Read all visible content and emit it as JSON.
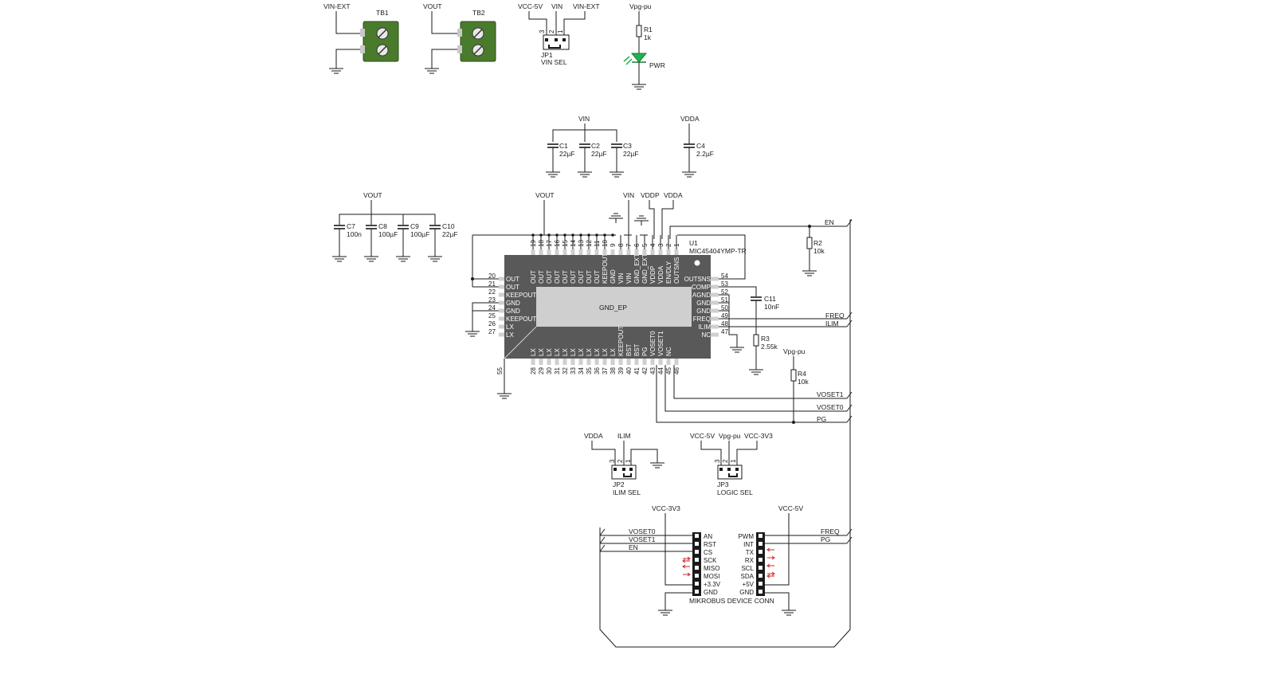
{
  "terminals": [
    {
      "ref": "TB1",
      "net": "VIN-EXT"
    },
    {
      "ref": "TB2",
      "net": "VOUT"
    }
  ],
  "jp1": {
    "ref": "JP1",
    "desc": "VIN SEL",
    "nets": [
      "VCC-5V",
      "VIN",
      "VIN-EXT"
    ],
    "pins": [
      "3",
      "2",
      "1"
    ]
  },
  "pwr": {
    "net": "Vpg-pu",
    "r_ref": "R1",
    "r_val": "1k",
    "led_label": "PWR"
  },
  "caps_top": [
    {
      "ref": "C1",
      "val": "22µF"
    },
    {
      "ref": "C2",
      "val": "22µF"
    },
    {
      "ref": "C3",
      "val": "22µF"
    },
    {
      "ref": "C4",
      "val": "2.2µF"
    }
  ],
  "caps_top_nets": {
    "vin": "VIN",
    "vdda": "VDDA"
  },
  "caps_left": [
    {
      "ref": "C7",
      "val": "100n"
    },
    {
      "ref": "C8",
      "val": "100µF"
    },
    {
      "ref": "C9",
      "val": "100µF"
    },
    {
      "ref": "C10",
      "val": "22µF"
    }
  ],
  "caps_left_net": "VOUT",
  "u1": {
    "ref": "U1",
    "part": "MIC45404YMP-TR",
    "center": "GND_EP",
    "top_pins": [
      {
        "num": "19",
        "name": "OUT"
      },
      {
        "num": "18",
        "name": "OUT"
      },
      {
        "num": "17",
        "name": "OUT"
      },
      {
        "num": "16",
        "name": "OUT"
      },
      {
        "num": "15",
        "name": "OUT"
      },
      {
        "num": "14",
        "name": "OUT"
      },
      {
        "num": "13",
        "name": "OUT"
      },
      {
        "num": "12",
        "name": "OUT"
      },
      {
        "num": "11",
        "name": "OUT"
      },
      {
        "num": "10",
        "name": "KEEPOUT"
      },
      {
        "num": "9",
        "name": "GND"
      },
      {
        "num": "8",
        "name": "VIN"
      },
      {
        "num": "7",
        "name": "VIN"
      },
      {
        "num": "6",
        "name": "GND_EXT"
      },
      {
        "num": "5",
        "name": "GND_EXT"
      },
      {
        "num": "4",
        "name": "VDDP"
      },
      {
        "num": "3",
        "name": "VDDA"
      },
      {
        "num": "2",
        "name": "EN/DLY"
      },
      {
        "num": "1",
        "name": "OUTSNS"
      }
    ],
    "left_pins": [
      {
        "num": "20",
        "name": "OUT"
      },
      {
        "num": "21",
        "name": "OUT"
      },
      {
        "num": "22",
        "name": "KEEPOUT"
      },
      {
        "num": "23",
        "name": "GND"
      },
      {
        "num": "24",
        "name": "GND"
      },
      {
        "num": "25",
        "name": "KEEPOUT"
      },
      {
        "num": "26",
        "name": "LX"
      },
      {
        "num": "27",
        "name": "LX"
      }
    ],
    "right_pins": [
      {
        "num": "54",
        "name": "OUTSNS"
      },
      {
        "num": "53",
        "name": "COMP"
      },
      {
        "num": "52",
        "name": "AGND"
      },
      {
        "num": "51",
        "name": "GND"
      },
      {
        "num": "50",
        "name": "GND"
      },
      {
        "num": "49",
        "name": "FREQ"
      },
      {
        "num": "48",
        "name": "ILIM"
      },
      {
        "num": "47",
        "name": "NC"
      }
    ],
    "bottom_pins": [
      {
        "num": "28",
        "name": "LX"
      },
      {
        "num": "29",
        "name": "LX"
      },
      {
        "num": "30",
        "name": "LX"
      },
      {
        "num": "31",
        "name": "LX"
      },
      {
        "num": "32",
        "name": "LX"
      },
      {
        "num": "33",
        "name": "LX"
      },
      {
        "num": "34",
        "name": "LX"
      },
      {
        "num": "35",
        "name": "LX"
      },
      {
        "num": "36",
        "name": "LX"
      },
      {
        "num": "37",
        "name": "LX"
      },
      {
        "num": "38",
        "name": "LX"
      },
      {
        "num": "39",
        "name": "KEEPOUT"
      },
      {
        "num": "40",
        "name": "BST"
      },
      {
        "num": "41",
        "name": "BST"
      },
      {
        "num": "42",
        "name": "PG"
      },
      {
        "num": "43",
        "name": "VOSET0"
      },
      {
        "num": "44",
        "name": "VOSET1"
      },
      {
        "num": "45",
        "name": "NC"
      },
      {
        "num": "46",
        "name": ""
      }
    ],
    "corner_pin": "55",
    "top_nets": [
      "VOUT",
      "VIN",
      "VDDP",
      "VDDA"
    ]
  },
  "passives": [
    {
      "ref": "R2",
      "val": "10k"
    },
    {
      "ref": "C11",
      "val": "10nF"
    },
    {
      "ref": "R3",
      "val": "2.55k"
    },
    {
      "ref": "R4",
      "val": "10k"
    }
  ],
  "r4_net": "Vpg-pu",
  "nets_right": [
    "EN",
    "FREQ",
    "ILIM",
    "VOSET1",
    "VOSET0",
    "PG"
  ],
  "jp2": {
    "ref": "JP2",
    "desc": "ILIM SEL",
    "nets": [
      "VDDA",
      "ILIM"
    ],
    "pins": [
      "3",
      "2",
      "1"
    ]
  },
  "jp3": {
    "ref": "JP3",
    "desc": "LOGIC SEL",
    "nets": [
      "VCC-5V",
      "Vpg-pu",
      "VCC-3V3"
    ],
    "pins": [
      "3",
      "2",
      "1"
    ]
  },
  "mikrobus": {
    "title": "MIKROBUS DEVICE CONN",
    "left_net": "VCC-3V3",
    "right_net": "VCC-5V",
    "left_pins": [
      "AN",
      "RST",
      "CS",
      "SCK",
      "MISO",
      "MOSI",
      "+3.3V",
      "GND"
    ],
    "right_pins": [
      "PWM",
      "INT",
      "TX",
      "RX",
      "SCL",
      "SDA",
      "+5V",
      "GND"
    ],
    "left_nets": [
      "VOSET0",
      "VOSET1",
      "EN"
    ],
    "right_nets": [
      "FREQ",
      "PG"
    ]
  },
  "colors": {
    "wire": "#1a1a1a",
    "ic": "#595959",
    "ic_pad": "#cfcfcf",
    "terminal": "#4a7a2c",
    "led": "#22b24c",
    "arrow": "#d2232a"
  }
}
